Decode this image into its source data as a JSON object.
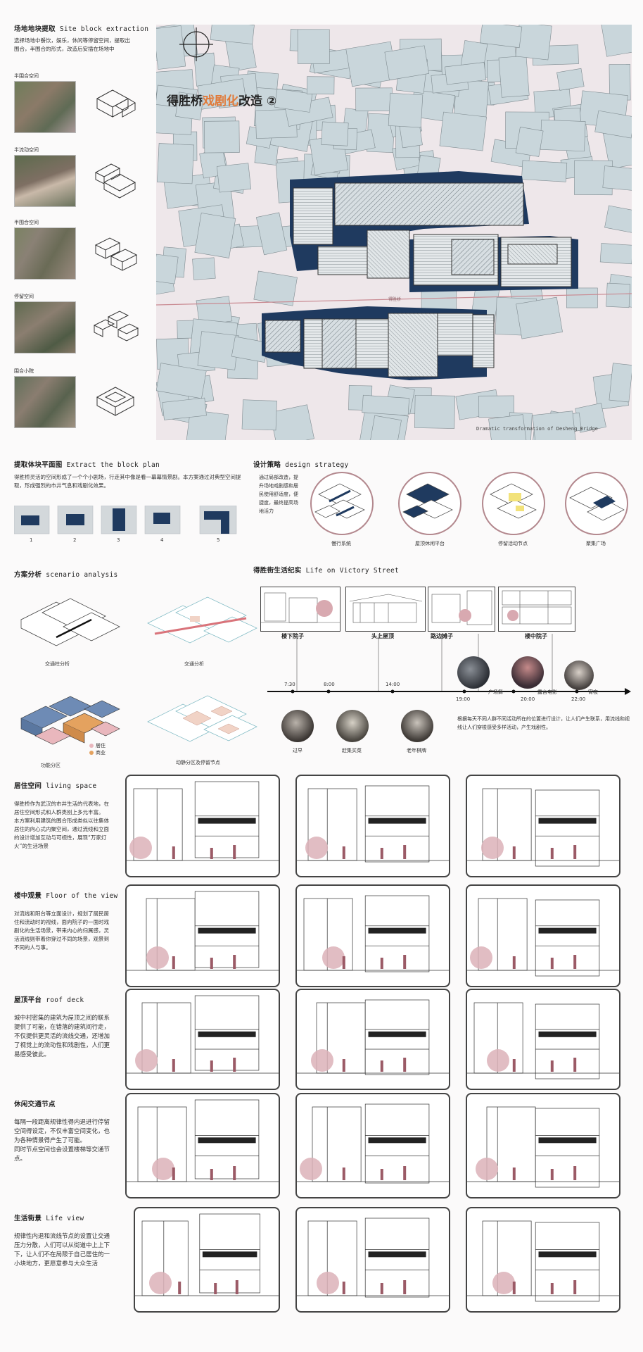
{
  "site": {
    "title": "场地地块提取",
    "title_en": "Site block extraction",
    "desc": "选择场地中餐饮，娱乐，休闲等停留空间，提取出围合，半围合的形式，改造后安插在场地中",
    "items": [
      "半围合空间",
      "半流动空间",
      "半围合空间",
      "停留空间",
      "围合小院"
    ]
  },
  "hero": {
    "title_a": "得胜桥",
    "title_b": "戏剧化",
    "title_c": "改造 ②",
    "caption": "Dramatic transformation of Desheng Bridge",
    "road_label": "得胜桥"
  },
  "blockplan": {
    "title": "提取体块平面图",
    "title_en": "Extract the block plan",
    "desc": "得胜桥灵活的空间形成了一个个小剧场，行走其中像是看一幕幕情景剧。本方案通过对典型空间提取，形成强烈的市井气息和戏剧化效果。",
    "numbers": [
      "1",
      "2",
      "3",
      "4",
      "5"
    ]
  },
  "strategy": {
    "title": "设计策略",
    "title_en": "design strategy",
    "desc": "通过局部改造，提升场地戏剧感和居民使用舒适度，便捷度，最终提高场地活力",
    "items": [
      "慢行系统",
      "屋顶休闲平台",
      "停留活动节点",
      "聚集广场"
    ]
  },
  "scenario": {
    "title": "方案分析",
    "title_en": "scenario analysis",
    "items": [
      "交通柱分析",
      "交通分析",
      "功能分区",
      "动静分区及停留节点"
    ],
    "legend": [
      "居住",
      "商业"
    ]
  },
  "life": {
    "title": "得胜街生活纪实",
    "title_en": "Life on Victory Street",
    "frames": [
      "楼下院子",
      "头上屋顶",
      "路边摊子",
      "楼中院子"
    ],
    "times_top": [
      "19:00",
      "20:00",
      "22:00"
    ],
    "times_bottom": [
      "7:30",
      "8:00",
      "14:00"
    ],
    "events_top": [
      "广场舞",
      "露台电影",
      "宵夜"
    ],
    "events_bottom": [
      "过早",
      "赶集买菜",
      "老年棋牌"
    ],
    "desc": "根据每天不同人群不同活动所在的位置进行设计，让人们产生联系，用流线和视线让人们穿梭感受多样活动，产生戏剧性。"
  },
  "sections": [
    {
      "title": "居住空间",
      "title_en": "living space",
      "desc": "得胜桥作为武汉的市井生活的代表地，在居住空间形式和人群类别上多元丰富。\n本方案利用建筑的围合形成类似以往集体居住的向心式内聚空间，通过流线和立面的设计增加互动与可视性，展现“万家灯火”的生活场景"
    },
    {
      "title": "楼中观景",
      "title_en": "Floor of the view",
      "desc": "对流线和阳台等立面设计，规划了居民居住和流动时的视线，面向院子的一面时戏剧化的生活场景，带来内心的归属感，灵活流线则带着你穿过不同的场景，观景到不同的人与事。"
    },
    {
      "title": "屋顶平台",
      "title_en": "roof deck",
      "desc": "城中村密集的建筑为屋顶之间的联系提供了可能，在错落的建筑间行走，不仅提供更灵活的流线交通，还增加了视觉上的流动性和戏剧性，人们更易感受彼此。"
    },
    {
      "title": "休闲交通节点",
      "title_en": "",
      "desc": "每隔一段距离规律性得内退进行停留空间得设定，不仅丰富空间变化，也为各种情景得产生了可能。\n同时节点空间也会设置楼梯等交通节点。"
    },
    {
      "title": "生活街景",
      "title_en": "Life view",
      "desc": "规律性内退和流线节点的设置让交通压力分散，人们可以从街道中上上下下，让人们不在局限于自己居住的一小块地方，更愿意参与大众生活"
    }
  ],
  "colors": {
    "navy": "#1f3a5f",
    "pink": "#b3888e",
    "orange": "#e07a3a",
    "roof": "#c5d3d8"
  }
}
